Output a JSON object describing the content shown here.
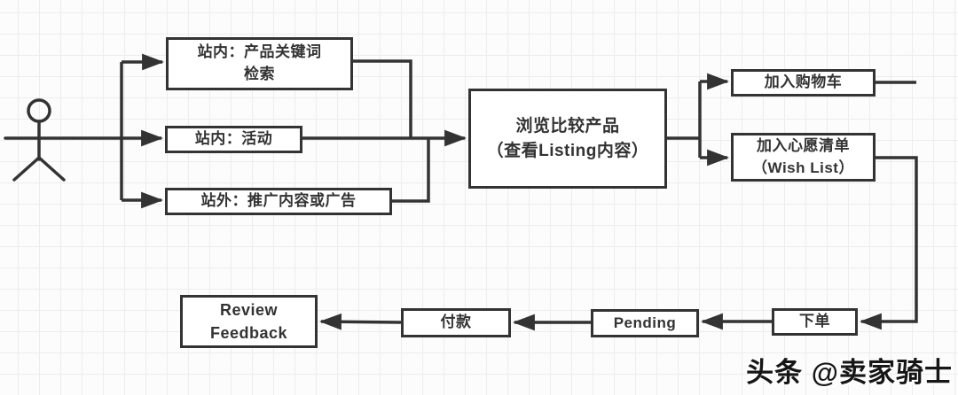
{
  "diagram": {
    "nodes": {
      "keyword_search": {
        "line1": "站内：产品关键词",
        "line2": "检索"
      },
      "activity": {
        "line1": "站内：活动"
      },
      "offsite_promo": {
        "line1": "站外：推广内容或广告"
      },
      "browse_compare": {
        "line1": "浏览比较产品",
        "line2": "（查看Listing内容）"
      },
      "add_to_cart": {
        "line1": "加入购物车"
      },
      "wish_list": {
        "line1": "加入心愿清单",
        "line2": "（Wish List）"
      },
      "place_order": {
        "line1": "下单"
      },
      "pending": {
        "line1": "Pending"
      },
      "payment": {
        "line1": "付款"
      },
      "review_feedback": {
        "line1": "Review",
        "line2": "Feedback"
      }
    },
    "watermark": "头条 @卖家骑士",
    "colors": {
      "line": "#333333",
      "box_border": "#333333",
      "box_background": "#ffffff",
      "text": "#333333",
      "grid_line": "#ededed",
      "canvas_background": "#fcfcfc",
      "watermark_text": "#161616"
    }
  }
}
